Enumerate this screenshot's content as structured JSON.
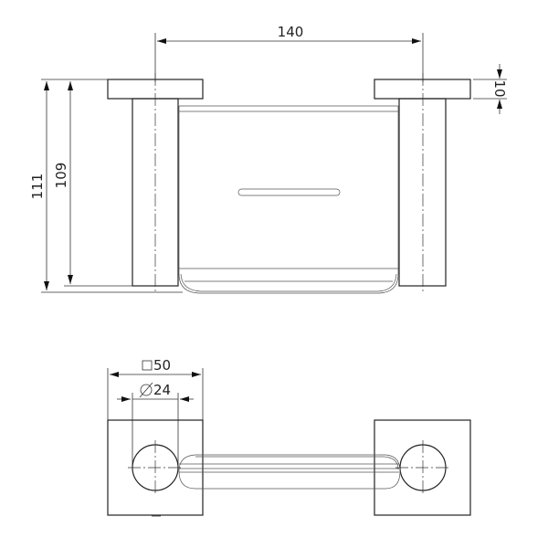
{
  "drawing": {
    "front_view": {
      "width_dim": "140",
      "overall_height_dim": "111",
      "post_height_dim": "109",
      "flange_thickness_dim": "10"
    },
    "top_view": {
      "square_flange_dim": "50",
      "square_symbol": "□",
      "post_diameter_dim": "24",
      "diameter_symbol": "∅"
    },
    "colors": {
      "line": "#222222",
      "background": "#ffffff"
    }
  }
}
